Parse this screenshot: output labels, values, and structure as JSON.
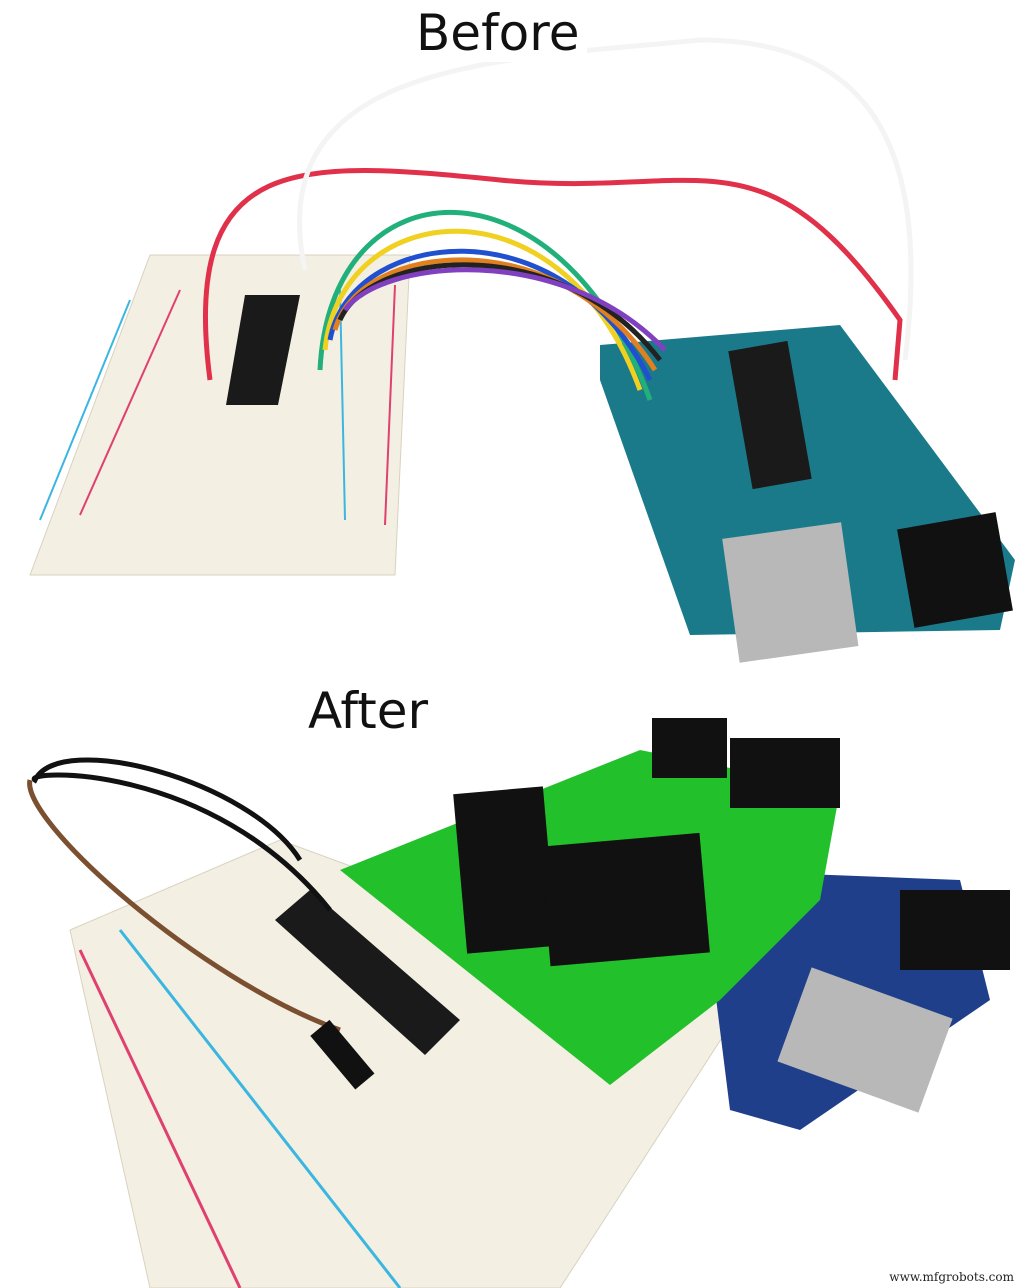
{
  "labels": {
    "before": "Before",
    "after": "After"
  },
  "watermark": "www.mfgrobots.com",
  "colors": {
    "breadboard": "#f3efe2",
    "arduino": "#1b7a8a",
    "shield_pcb": "#22c02a",
    "wire_red": "#e0304a"
  }
}
